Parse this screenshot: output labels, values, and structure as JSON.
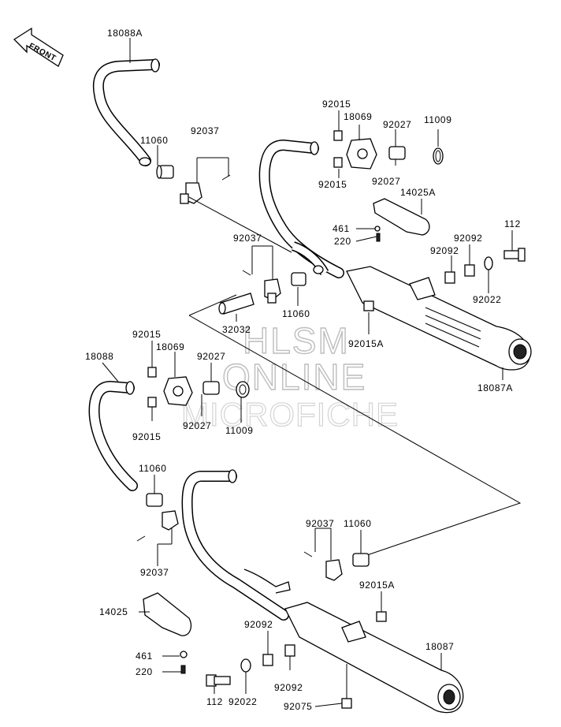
{
  "front_arrow": {
    "label": "FRONT"
  },
  "watermark": {
    "line1": "HLSM",
    "line2": "ONLINE",
    "line3": "MICROFICHE"
  },
  "labels": {
    "l18088A": "18088A",
    "l11060_a": "11060",
    "l92037_a": "92037",
    "l92015_a": "92015",
    "l18069_a": "18069",
    "l92027_a": "92027",
    "l11009_a": "11009",
    "l92015_b": "92015",
    "l92027_b": "92027",
    "l14025A": "14025A",
    "l461_a": "461",
    "l220_a": "220",
    "l112_a": "112",
    "l92092_a": "92092",
    "l92092_b": "92092",
    "l92022_a": "92022",
    "l92037_b": "92037",
    "l11060_b": "11060",
    "l32032": "32032",
    "l92015A_a": "92015A",
    "l18087A": "18087A",
    "l92015_c": "92015",
    "l18088": "18088",
    "l18069_b": "18069",
    "l92027_c": "92027",
    "l92015_d": "92015",
    "l92027_d": "92027",
    "l11009_b": "11009",
    "l11060_c": "11060",
    "l92037_c": "92037",
    "l92037_d": "92037",
    "l11060_d": "11060",
    "l92015A_b": "92015A",
    "l14025": "14025",
    "l461_b": "461",
    "l220_b": "220",
    "l92092_c": "92092",
    "l92092_d": "92092",
    "l18087": "18087",
    "l112_b": "112",
    "l92022_b": "92022",
    "l92075": "92075"
  }
}
